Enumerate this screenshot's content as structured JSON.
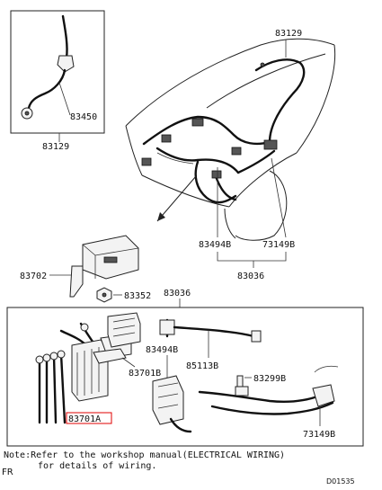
{
  "callouts": {
    "c83129_top": "83129",
    "c83450": "83450",
    "c83129_left": "83129",
    "c83702": "83702",
    "c83352": "83352",
    "c83036_mid": "83036",
    "c83494B_upper": "83494B",
    "c73149B_upper": "73149B",
    "c83036_upper": "83036",
    "c83494B_lower": "83494B",
    "c85113B": "85113B",
    "c83701B": "83701B",
    "c83299B": "83299B",
    "c83701A": "83701A",
    "c73149B_lower": "73149B"
  },
  "highlight": {
    "part": "83701A",
    "color": "#e00000"
  },
  "note": {
    "line1": "Note:Refer to the workshop manual(ELECTRICAL WIRING)",
    "line2": "for details of wiring."
  },
  "direction_label": "FR",
  "diagram_code": "D01535"
}
